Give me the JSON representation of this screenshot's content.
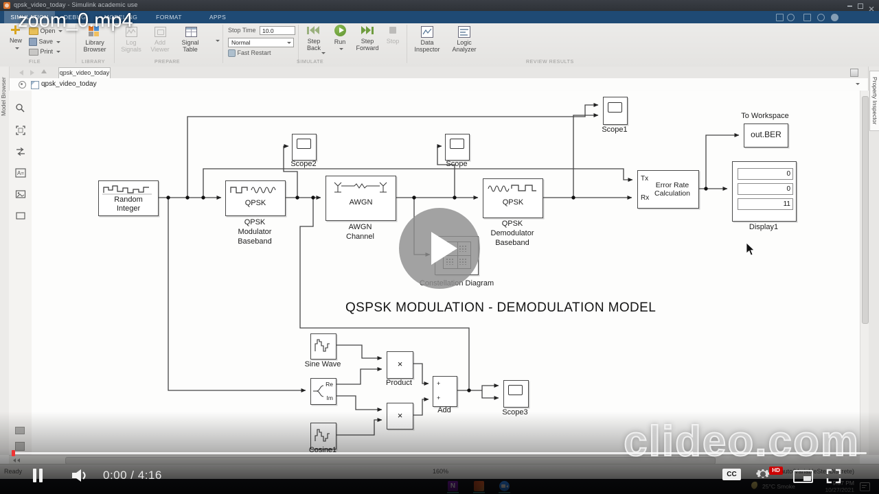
{
  "video": {
    "overlay_title": "zoom_0.mp4",
    "time": "0:00 / 4:16",
    "cc": "CC",
    "hd": "HD",
    "watermark": "clideo.com"
  },
  "window": {
    "title": "qpsk_video_today - Simulink academic use"
  },
  "ribbon": {
    "tabs": {
      "simulation": "SIMULATION",
      "debug": "DEBUG",
      "modeling": "MODELING",
      "format": "FORMAT",
      "apps": "APPS"
    }
  },
  "toolbar": {
    "new": "New",
    "open": "Open",
    "save": "Save",
    "print": "Print",
    "library_browser": "Library Browser",
    "log_signals": "Log Signals",
    "add_viewer": "Add Viewer",
    "signal_table": "Signal Table",
    "stop_time_label": "Stop Time",
    "stop_time_value": "10.0",
    "mode": "Normal",
    "fast_restart": "Fast Restart",
    "step_back": "Step Back",
    "run": "Run",
    "step_forward": "Step Forward",
    "stop": "Stop",
    "data_inspector": "Data Inspector",
    "logic_analyzer": "Logic Analyzer",
    "groups": {
      "file": "FILE",
      "library": "LIBRARY",
      "prepare": "PREPARE",
      "simulate": "SIMULATE",
      "review": "REVIEW RESULTS"
    }
  },
  "document": {
    "tab": "qpsk_video_today",
    "breadcrumb": "qpsk_video_today"
  },
  "panels": {
    "model_browser": "Model Browser",
    "property_inspector": "Property Inspector"
  },
  "status": {
    "ready": "Ready",
    "zoom": "160%",
    "solver": "auto(VariableStepDiscrete)"
  },
  "taskbar": {
    "weather": "25°C Smoke",
    "time": "9:57 PM",
    "date": "10/27/2021"
  },
  "model": {
    "annotation": "QSPSK MODULATION - DEMODULATION MODEL",
    "random_integer": "Random\nInteger",
    "qpsk_mod_label": "QPSK",
    "qpsk_mod_caption": "QPSK\nModulator\nBaseband",
    "awgn_label": "AWGN",
    "awgn_caption": "AWGN\nChannel",
    "qpsk_demod_label": "QPSK",
    "qpsk_demod_caption": "QPSK\nDemodulator\nBaseband",
    "error_rate_label": "Error Rate\nCalculation",
    "tx": "Tx",
    "rx": "Rx",
    "scope1": "Scope1",
    "scope2": "Scope2",
    "scope": "Scope",
    "scope3": "Scope3",
    "to_workspace_title": "To Workspace",
    "to_workspace_label": "out.BER",
    "display_caption": "Display1",
    "display_values": [
      "0",
      "0",
      "11"
    ],
    "constellation_caption": "Constellation Diagram",
    "sine": "Sine Wave",
    "cosine": "Cosine1",
    "re": "Re",
    "im": "Im",
    "product_caption": "Product",
    "times": "×",
    "add_caption": "Add",
    "plus": "+"
  }
}
